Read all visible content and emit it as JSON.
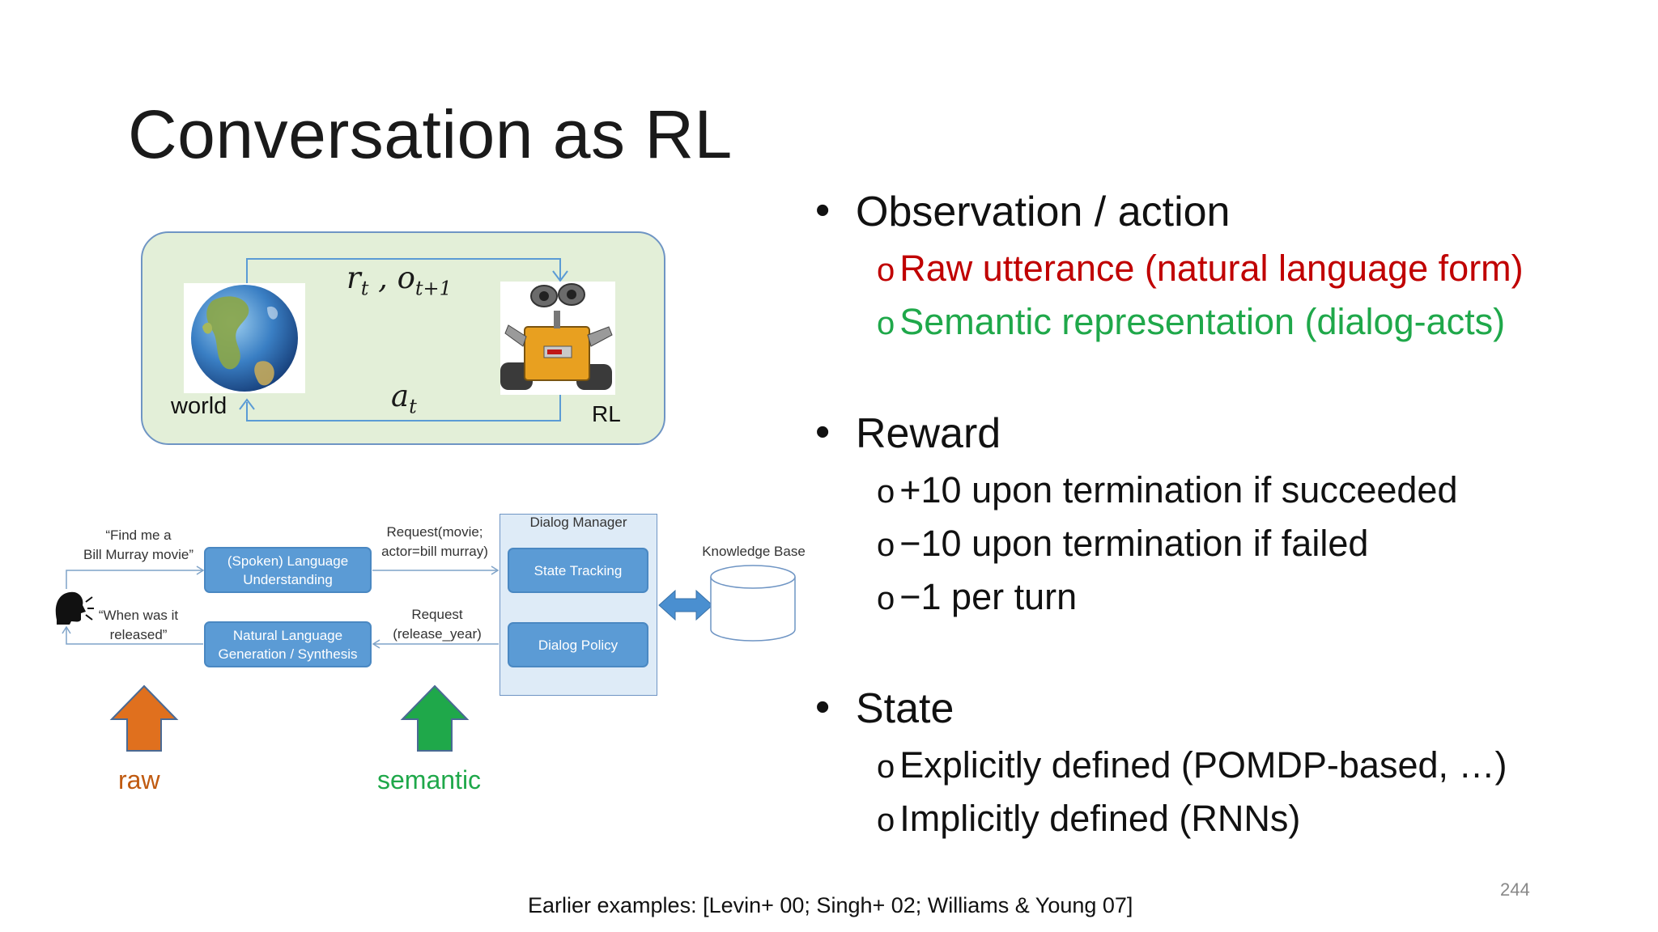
{
  "title": "Conversation as RL",
  "diagram": {
    "world_label": "world",
    "rl_label": "RL",
    "top_arrow_label": "r_t , o_{t+1}",
    "bottom_arrow_label": "a_t"
  },
  "pipeline": {
    "user_quote_1": [
      "“Find me a",
      "Bill Murray movie”"
    ],
    "user_quote_2": [
      "“When was it",
      "released”"
    ],
    "slu_label": [
      "(Spoken) Language",
      "Understanding"
    ],
    "nlg_label": [
      "Natural Language",
      "Generation / Synthesis"
    ],
    "request_1": [
      "Request(movie;",
      "actor=bill murray)"
    ],
    "request_2": [
      "Request",
      "(release_year)"
    ],
    "dialog_manager": "Dialog Manager",
    "state_tracking": "State Tracking",
    "dialog_policy": "Dialog Policy",
    "knowledge_base": "Knowledge Base",
    "raw_label": "raw",
    "semantic_label": "semantic"
  },
  "bullets": [
    {
      "text": "Observation / action",
      "subs": [
        {
          "text": "Raw utterance (natural language form)",
          "color": "#c00000"
        },
        {
          "text": "Semantic representation (dialog-acts)",
          "color": "#1fa84a"
        }
      ]
    },
    {
      "text": "Reward",
      "subs": [
        {
          "text": "+10 upon termination if succeeded",
          "color": "#111111"
        },
        {
          "text": "−10 upon termination if failed",
          "color": "#111111"
        },
        {
          "text": "−1 per turn",
          "color": "#111111"
        }
      ]
    },
    {
      "text": "State",
      "subs": [
        {
          "text": "Explicitly defined (POMDP-based, …)",
          "color": "#111111"
        },
        {
          "text": "Implicitly defined (RNNs)",
          "color": "#111111"
        }
      ]
    }
  ],
  "footnote": "Earlier examples: [Levin+ 00; Singh+ 02; Williams & Young 07]",
  "page_number": "244",
  "colors": {
    "raw_arrow": "#e0701e",
    "semantic_arrow": "#1fa84a",
    "box_blue": "#5b9bd5",
    "panel_green": "#e3efd8"
  }
}
